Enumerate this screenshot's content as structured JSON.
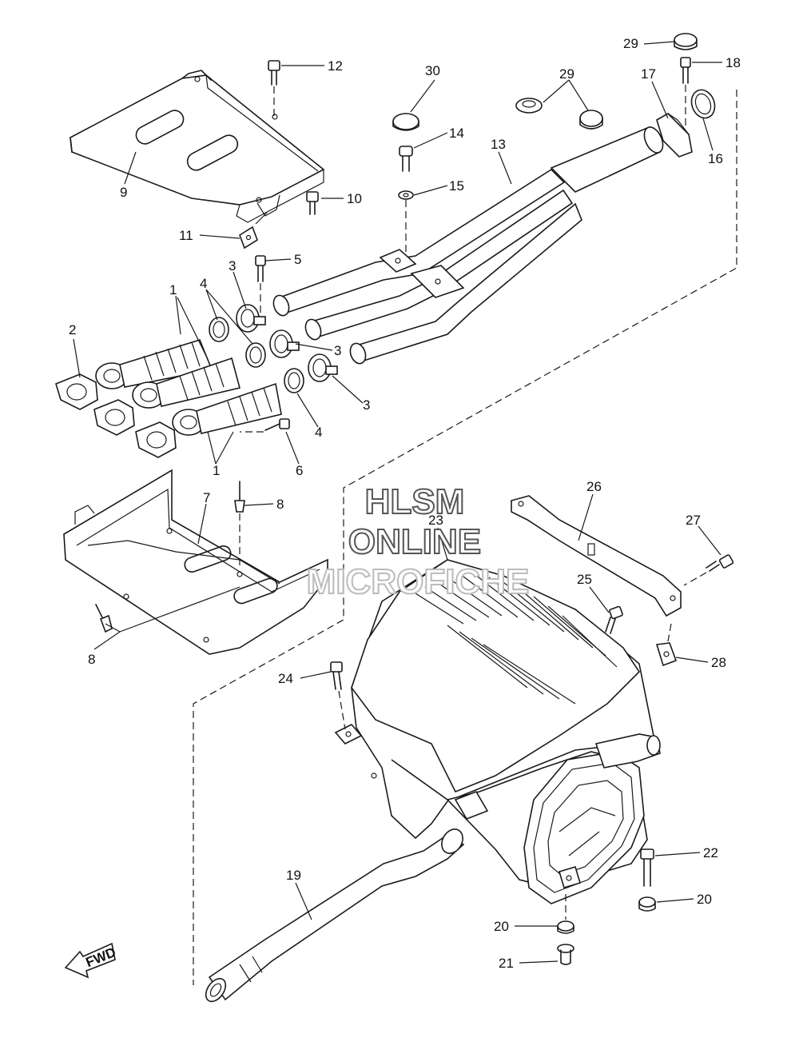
{
  "watermark": {
    "line1": "HLSM",
    "line2": "ONLINE",
    "line3": "MICROFICHE",
    "color_dark": "#555555",
    "color_light": "#bbbbbb"
  },
  "fwd_label": "FWD",
  "callouts": [
    {
      "id": "c1a",
      "text": "1"
    },
    {
      "id": "c1b",
      "text": "1"
    },
    {
      "id": "c2",
      "text": "2"
    },
    {
      "id": "c3a",
      "text": "3"
    },
    {
      "id": "c3b",
      "text": "3"
    },
    {
      "id": "c3c",
      "text": "3"
    },
    {
      "id": "c4a",
      "text": "4"
    },
    {
      "id": "c4b",
      "text": "4"
    },
    {
      "id": "c5",
      "text": "5"
    },
    {
      "id": "c6",
      "text": "6"
    },
    {
      "id": "c7",
      "text": "7"
    },
    {
      "id": "c8a",
      "text": "8"
    },
    {
      "id": "c8b",
      "text": "8"
    },
    {
      "id": "c9",
      "text": "9"
    },
    {
      "id": "c10",
      "text": "10"
    },
    {
      "id": "c11",
      "text": "11"
    },
    {
      "id": "c12",
      "text": "12"
    },
    {
      "id": "c13",
      "text": "13"
    },
    {
      "id": "c14",
      "text": "14"
    },
    {
      "id": "c15",
      "text": "15"
    },
    {
      "id": "c16",
      "text": "16"
    },
    {
      "id": "c17",
      "text": "17"
    },
    {
      "id": "c18",
      "text": "18"
    },
    {
      "id": "c19",
      "text": "19"
    },
    {
      "id": "c20a",
      "text": "20"
    },
    {
      "id": "c20b",
      "text": "20"
    },
    {
      "id": "c21",
      "text": "21"
    },
    {
      "id": "c22",
      "text": "22"
    },
    {
      "id": "c23",
      "text": "23"
    },
    {
      "id": "c24",
      "text": "24"
    },
    {
      "id": "c25",
      "text": "25"
    },
    {
      "id": "c26",
      "text": "26"
    },
    {
      "id": "c27",
      "text": "27"
    },
    {
      "id": "c28",
      "text": "28"
    },
    {
      "id": "c29a",
      "text": "29"
    },
    {
      "id": "c29b",
      "text": "29"
    },
    {
      "id": "c30",
      "text": "30"
    }
  ]
}
